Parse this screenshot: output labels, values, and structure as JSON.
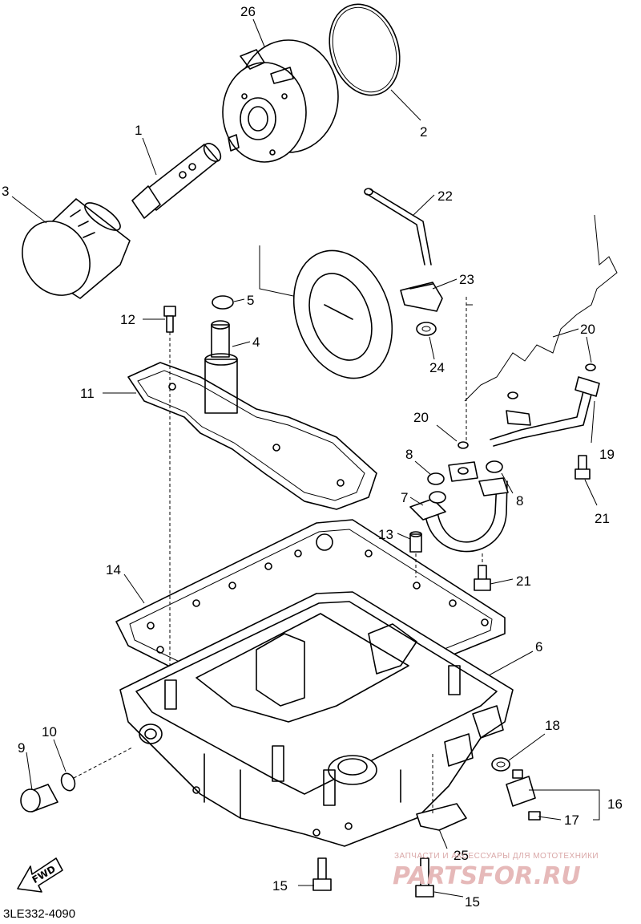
{
  "diagram": {
    "callouts": [
      {
        "id": "c26",
        "label": "26"
      },
      {
        "id": "c2",
        "label": "2"
      },
      {
        "id": "c1",
        "label": "1"
      },
      {
        "id": "c3",
        "label": "3"
      },
      {
        "id": "c22",
        "label": "22"
      },
      {
        "id": "c23",
        "label": "23"
      },
      {
        "id": "c5",
        "label": "5"
      },
      {
        "id": "c12",
        "label": "12"
      },
      {
        "id": "c4",
        "label": "4"
      },
      {
        "id": "c20a",
        "label": "20"
      },
      {
        "id": "c24",
        "label": "24"
      },
      {
        "id": "c11",
        "label": "11"
      },
      {
        "id": "c20b",
        "label": "20"
      },
      {
        "id": "c19",
        "label": "19"
      },
      {
        "id": "c8a",
        "label": "8"
      },
      {
        "id": "c8b",
        "label": "8"
      },
      {
        "id": "c7",
        "label": "7"
      },
      {
        "id": "c21a",
        "label": "21"
      },
      {
        "id": "c13",
        "label": "13"
      },
      {
        "id": "c21b",
        "label": "21"
      },
      {
        "id": "c14",
        "label": "14"
      },
      {
        "id": "c6",
        "label": "6"
      },
      {
        "id": "c9",
        "label": "9"
      },
      {
        "id": "c10",
        "label": "10"
      },
      {
        "id": "c18",
        "label": "18"
      },
      {
        "id": "c16",
        "label": "16"
      },
      {
        "id": "c17",
        "label": "17"
      },
      {
        "id": "c25",
        "label": "25"
      },
      {
        "id": "c15a",
        "label": "15"
      },
      {
        "id": "c15b",
        "label": "15"
      }
    ],
    "fwd_label": "FWD",
    "diagram_code": "3LE332-4090",
    "watermark_line1": "ЗАПЧАСТИ И АКСЕССУАРЫ ДЛЯ МОТОТЕХНИКИ",
    "watermark_line2": "PARTSFOR.RU"
  }
}
